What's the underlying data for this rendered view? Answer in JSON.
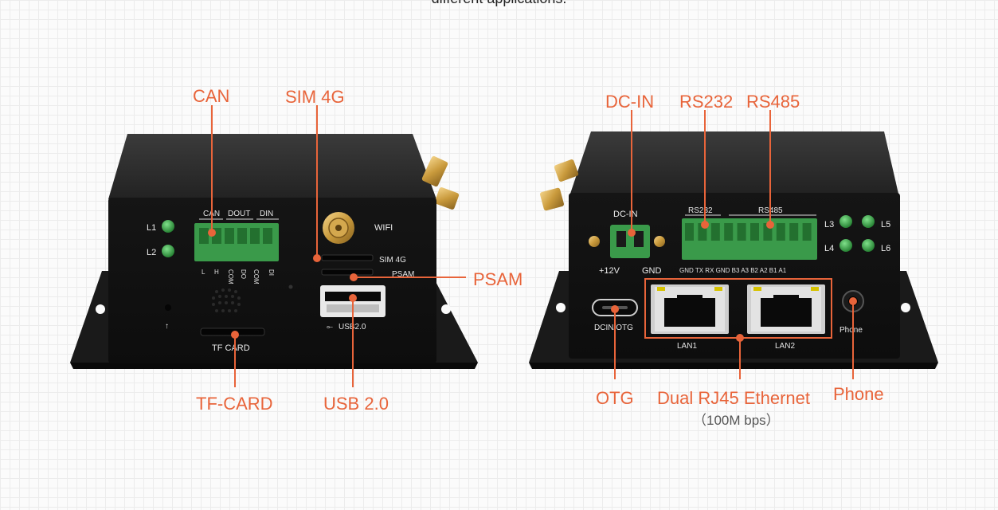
{
  "caption": "different applications.",
  "callouts": {
    "can": "CAN",
    "sim4g": "SIM 4G",
    "psam": "PSAM",
    "tfcard": "TF-CARD",
    "usb20": "USB 2.0",
    "dcin": "DC-IN",
    "rs232": "RS232",
    "rs485": "RS485",
    "otg": "OTG",
    "dual_rj45": "Dual RJ45 Ethernet",
    "speed": "（100M bps）",
    "phone": "Phone"
  },
  "left_panel": {
    "led1": "L1",
    "led2": "L2",
    "can_hdr": "CAN",
    "dout_hdr": "DOUT",
    "din_hdr": "DIN",
    "pin_l": "L",
    "pin_h": "H",
    "pin_com1": "COM",
    "pin_do": "DO",
    "pin_com2": "COM",
    "pin_di": "DI",
    "wifi": "WIFI",
    "sim4g": "SIM 4G",
    "psam": "PSAM",
    "usb": "USB2.0",
    "usb_sym": "⟜",
    "tf": "TF CARD",
    "arrow": "↑"
  },
  "right_panel": {
    "dcin": "DC-IN",
    "v12": "+12V",
    "gnd": "GND",
    "rs232": "RS232",
    "rs485": "RS485",
    "pins": "GND  TX  RX  GND  B3  A3  B2  A2  B1  A1",
    "l3": "L3",
    "l4": "L4",
    "l5": "L5",
    "l6": "L6",
    "dcin_otg": "DCIN/OTG",
    "lan1": "LAN1",
    "lan2": "LAN2",
    "phone": "Phone"
  },
  "colors": {
    "accent": "#e8643a",
    "device": "#1c1c1c",
    "terminal": "#3a9a4a",
    "led": "#2e9a3c"
  }
}
